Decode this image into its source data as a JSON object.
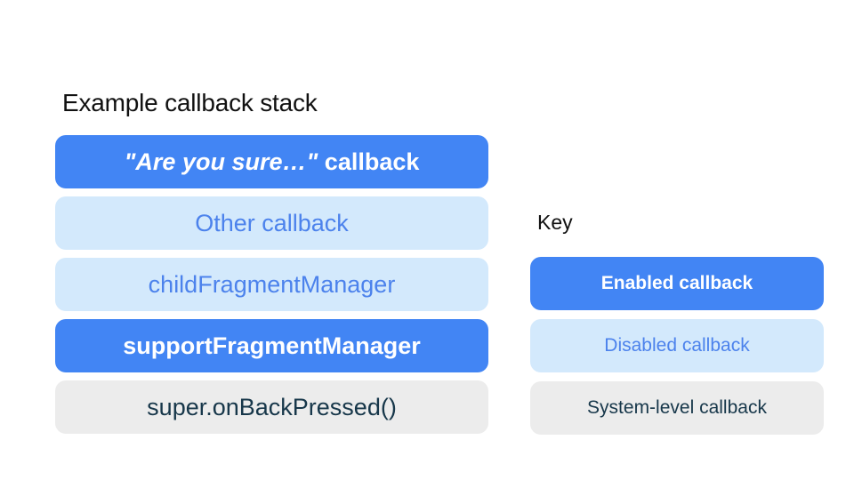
{
  "title": "Example callback stack",
  "stack": {
    "items": [
      {
        "quoted": "\"Are you sure…\"",
        "rest": " callback",
        "type": "enabled"
      },
      {
        "label": "Other callback",
        "type": "disabled"
      },
      {
        "label": "childFragmentManager",
        "type": "disabled"
      },
      {
        "label": "supportFragmentManager",
        "type": "enabled"
      },
      {
        "label": "super.onBackPressed()",
        "type": "system"
      }
    ]
  },
  "key": {
    "heading": "Key",
    "items": [
      {
        "label": "Enabled callback",
        "type": "enabled"
      },
      {
        "label": "Disabled callback",
        "type": "disabled"
      },
      {
        "label": "System-level callback",
        "type": "system"
      }
    ]
  },
  "colors": {
    "page_bg": "#FFFFFF",
    "title_text": "#111111",
    "enabled_bg": "#4285F4",
    "enabled_text": "#FFFFFF",
    "disabled_bg": "#D3E9FC",
    "disabled_text": "#4C82EC",
    "system_bg": "#ECECEC",
    "system_text": "#17374A"
  }
}
